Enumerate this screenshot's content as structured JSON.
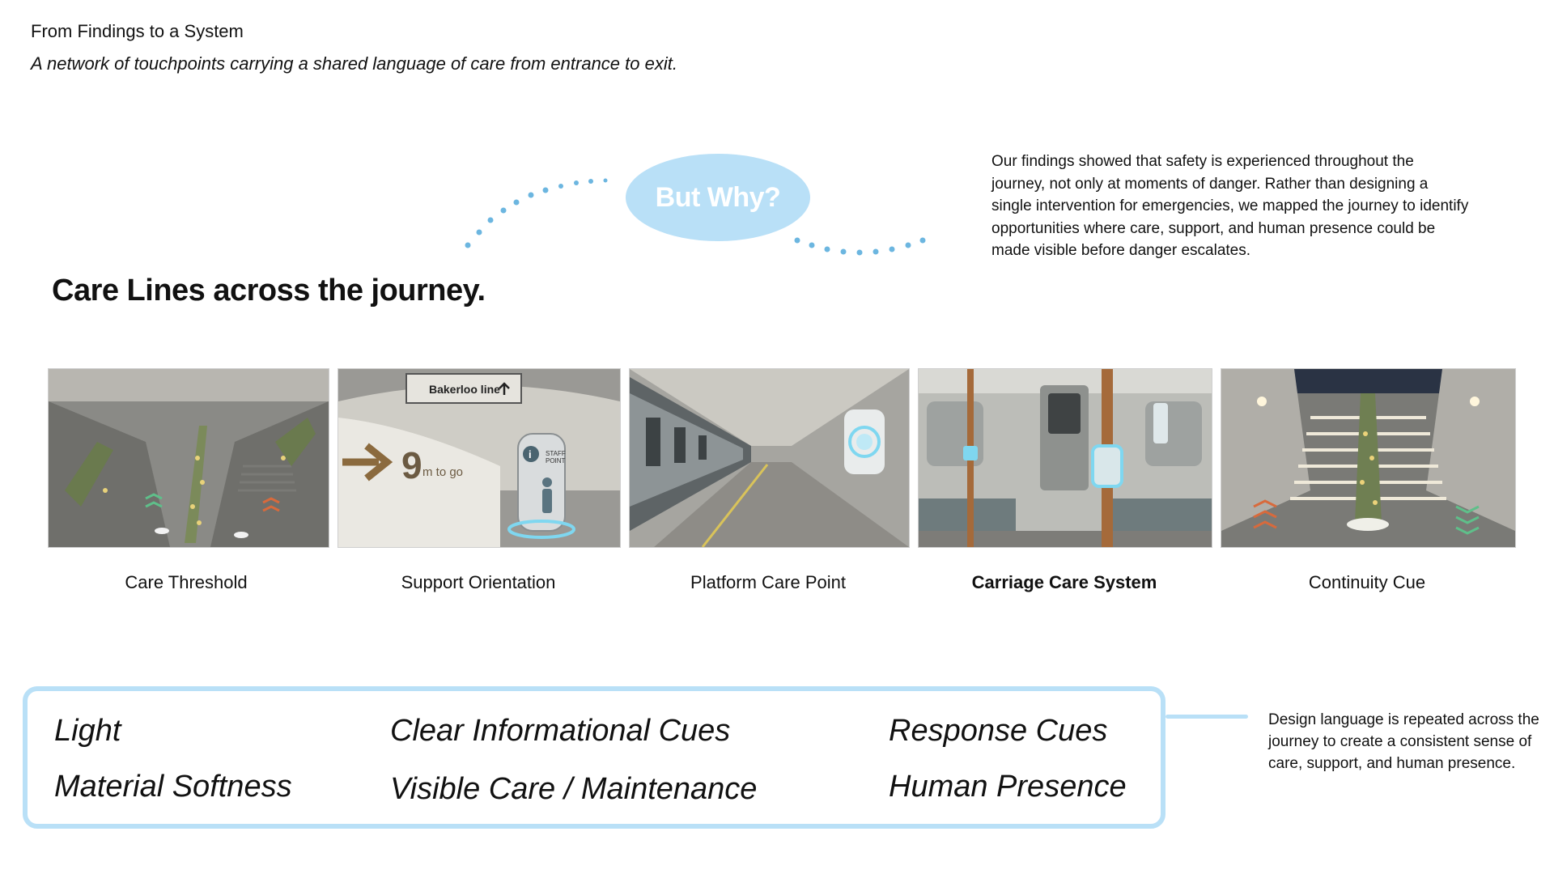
{
  "header": {
    "kicker": "From Findings to a System",
    "subtitle": "A network of touchpoints carrying a shared language of care from entrance to exit."
  },
  "why": {
    "label": "But Why?",
    "description": "Our findings showed that safety is experienced throughout the journey, not only at moments of danger. Rather than designing a single intervention for emergencies, we mapped the journey to identify opportunities where care, support, and human presence could be made visible before danger escalates."
  },
  "section": {
    "heading": "Care Lines across the journey."
  },
  "touchpoints": [
    {
      "caption": "Care Threshold"
    },
    {
      "caption": "Support Orientation",
      "sign_text": "Bakerloo line",
      "wall_number": "9",
      "wall_text": "m to go",
      "staff_label_1": "STAFF",
      "staff_label_2": "POINT",
      "info_glyph": "i"
    },
    {
      "caption": "Platform Care Point"
    },
    {
      "caption": "Carriage Care System"
    },
    {
      "caption": "Continuity Cue"
    }
  ],
  "design_language": {
    "cues": [
      "Light",
      "Material Softness",
      "Clear Informational Cues",
      "Visible Care / Maintenance",
      "Response Cues",
      "Human Presence"
    ],
    "note": "Design language is repeated across the journey to create a consistent sense of care, support, and human presence."
  },
  "colors": {
    "accent_blue": "#b9e0f7",
    "dots_blue": "#6cb6e0",
    "text": "#111111"
  }
}
